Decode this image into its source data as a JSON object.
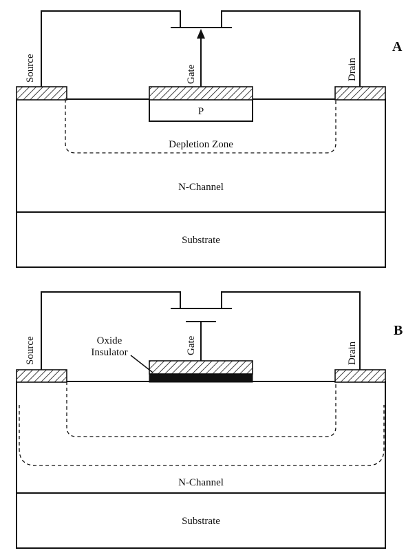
{
  "panel_a": {
    "letter": "A",
    "labels": {
      "source": "Source",
      "gate": "Gate",
      "drain": "Drain",
      "p_region": "P",
      "depletion_zone": "Depletion Zone",
      "n_channel": "N-Channel",
      "substrate": "Substrate"
    }
  },
  "panel_b": {
    "letter": "B",
    "labels": {
      "source": "Source",
      "gate": "Gate",
      "drain": "Drain",
      "oxide_line1": "Oxide",
      "oxide_line2": "Insulator",
      "n_channel": "N-Channel",
      "substrate": "Substrate"
    }
  }
}
